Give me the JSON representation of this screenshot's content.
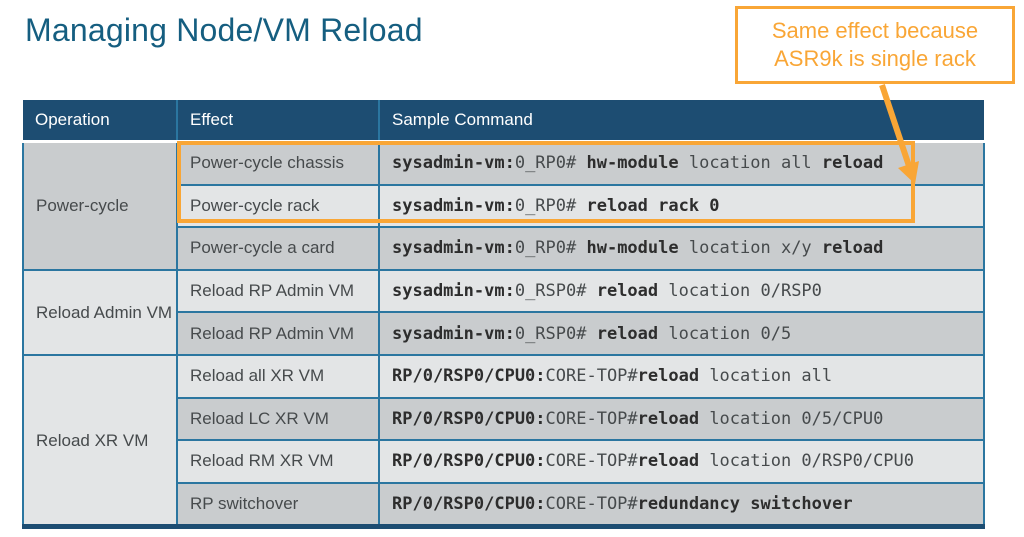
{
  "title": "Managing Node/VM Reload",
  "callout": {
    "text": "Same effect because\nASR9k is single rack"
  },
  "colors": {
    "accent_orange": "#F9A636",
    "header_navy": "#1D4D72",
    "title_teal": "#155E80",
    "cell_border_blue": "#2B76A0",
    "row_dark": "#C9CCCE",
    "row_light": "#E3E5E6"
  },
  "table": {
    "headers": [
      "Operation",
      "Effect",
      "Sample Command"
    ],
    "groups": [
      {
        "operation": "Power-cycle",
        "rows": [
          {
            "effect": "Power-cycle chassis",
            "command": [
              {
                "text": "sysadmin-vm:",
                "bold": true
              },
              {
                "text": "0_RP0# ",
                "bold": false
              },
              {
                "text": "hw-module",
                "bold": true
              },
              {
                "text": " location all ",
                "bold": false
              },
              {
                "text": "reload",
                "bold": true
              }
            ]
          },
          {
            "effect": "Power-cycle rack",
            "command": [
              {
                "text": "sysadmin-vm:",
                "bold": true
              },
              {
                "text": "0_RP0# ",
                "bold": false
              },
              {
                "text": "reload rack 0",
                "bold": true
              }
            ]
          },
          {
            "effect": "Power-cycle a card",
            "command": [
              {
                "text": "sysadmin-vm:",
                "bold": true
              },
              {
                "text": "0_RP0# ",
                "bold": false
              },
              {
                "text": "hw-module",
                "bold": true
              },
              {
                "text": " location x/y ",
                "bold": false
              },
              {
                "text": "reload",
                "bold": true
              }
            ]
          }
        ]
      },
      {
        "operation": "Reload Admin VM",
        "rows": [
          {
            "effect": "Reload RP Admin VM",
            "command": [
              {
                "text": "sysadmin-vm:",
                "bold": true
              },
              {
                "text": "0_RSP0# ",
                "bold": false
              },
              {
                "text": "reload",
                "bold": true
              },
              {
                "text": " location 0/RSP0",
                "bold": false
              }
            ]
          },
          {
            "effect": "Reload RP Admin VM",
            "command": [
              {
                "text": "sysadmin-vm:",
                "bold": true
              },
              {
                "text": "0_RSP0# ",
                "bold": false
              },
              {
                "text": "reload",
                "bold": true
              },
              {
                "text": " location 0/5",
                "bold": false
              }
            ]
          }
        ]
      },
      {
        "operation": "Reload XR VM",
        "rows": [
          {
            "effect": "Reload all XR VM",
            "command": [
              {
                "text": "RP/0/RSP0/CPU0:",
                "bold": true
              },
              {
                "text": "CORE-TOP#",
                "bold": false
              },
              {
                "text": "reload",
                "bold": true
              },
              {
                "text": " location all",
                "bold": false
              }
            ]
          },
          {
            "effect": "Reload LC XR VM",
            "command": [
              {
                "text": "RP/0/RSP0/CPU0:",
                "bold": true
              },
              {
                "text": "CORE-TOP#",
                "bold": false
              },
              {
                "text": "reload",
                "bold": true
              },
              {
                "text": " location 0/5/CPU0",
                "bold": false
              }
            ]
          },
          {
            "effect": "Reload RM XR VM",
            "command": [
              {
                "text": "RP/0/RSP0/CPU0:",
                "bold": true
              },
              {
                "text": "CORE-TOP#",
                "bold": false
              },
              {
                "text": "reload",
                "bold": true
              },
              {
                "text": " location 0/RSP0/CPU0",
                "bold": false
              }
            ]
          },
          {
            "effect": "RP switchover",
            "command": [
              {
                "text": "RP/0/RSP0/CPU0:",
                "bold": true
              },
              {
                "text": "CORE-TOP#",
                "bold": false
              },
              {
                "text": "redundancy switchover",
                "bold": true
              }
            ]
          }
        ]
      }
    ]
  }
}
